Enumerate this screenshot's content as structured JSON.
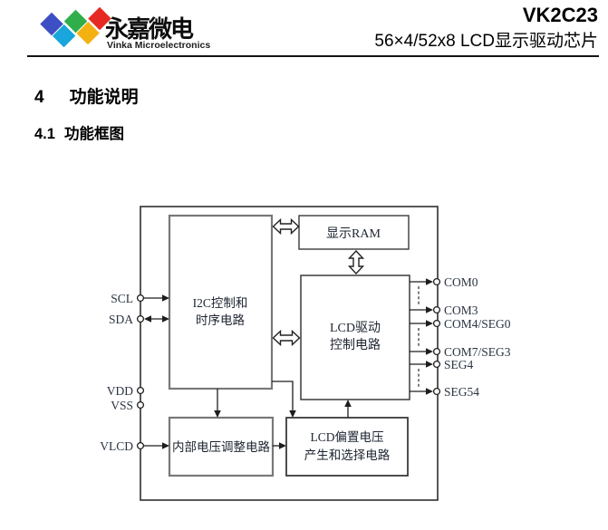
{
  "header": {
    "brand_cn": "永嘉微电",
    "brand_en": "Vinka Microelectronics",
    "logo_colors": {
      "blue": "#3D4FC4",
      "cyan": "#18A6DC",
      "green": "#2FAE4A",
      "yellow": "#F4B112",
      "red": "#E62A23"
    },
    "title": "VK2C23",
    "subtitle": "56×4/52x8 LCD显示驱动芯片"
  },
  "section": {
    "number": "4",
    "title": "功能说明"
  },
  "subsection": {
    "number": "4.1",
    "title": "功能框图"
  },
  "diagram": {
    "blocks": {
      "i2c_line1": "I2C控制和",
      "i2c_line2": "时序电路",
      "ram": "显示RAM",
      "drive_line1": "LCD驱动",
      "drive_line2": "控制电路",
      "internal": "内部电压调整电路",
      "bias_line1": "LCD偏置电压",
      "bias_line2": "产生和选择电路"
    },
    "left_pins": [
      "SCL",
      "SDA",
      "VDD",
      "VSS",
      "VLCD"
    ],
    "right_pins": [
      "COM0",
      "COM3",
      "COM4/SEG0",
      "COM7/SEG3",
      "SEG4",
      "SEG54"
    ]
  }
}
